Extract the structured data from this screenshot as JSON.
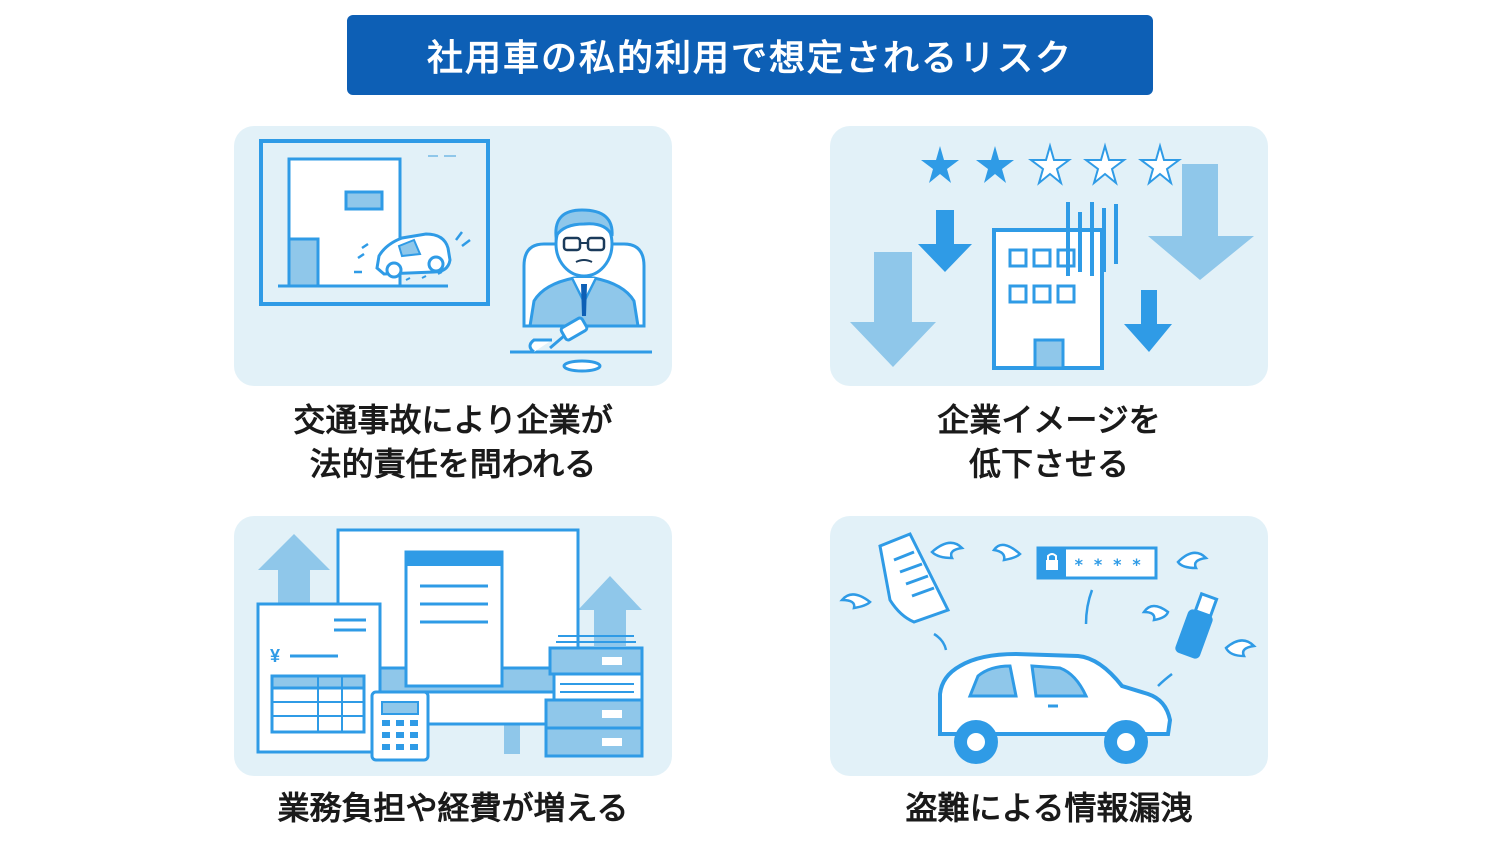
{
  "title": "社用車の私的利用で想定されるリスク",
  "panels": [
    {
      "id": "legal",
      "caption_lines": [
        "交通事故により企業が",
        "法的責任を問われる"
      ],
      "icons": [
        "monitor-icon",
        "car-crash-icon",
        "judge-icon",
        "gavel-icon"
      ]
    },
    {
      "id": "image",
      "caption_lines": [
        "企業イメージを",
        "低下させる"
      ],
      "rating": {
        "filled": 2,
        "total": 5
      },
      "icons": [
        "star-icon",
        "down-arrow-icon",
        "office-building-icon"
      ]
    },
    {
      "id": "cost",
      "caption_lines": [
        "業務負担や経費が増える"
      ],
      "yen_symbol": "¥",
      "icons": [
        "invoice-icon",
        "monitor-icon",
        "calculator-icon",
        "up-arrow-icon",
        "document-stack-icon"
      ]
    },
    {
      "id": "leak",
      "caption_lines": [
        "盗難による情報漏洩"
      ],
      "password_mask": "* * * *",
      "icons": [
        "flying-document-icon",
        "password-icon",
        "usb-drive-icon",
        "car-icon",
        "wing-icon"
      ]
    }
  ],
  "colors": {
    "title_bg": "#0d5fb5",
    "panel_bg": "#e2f1f8",
    "accent": "#2f9be6",
    "light_accent": "#8fc7ea",
    "pale_accent": "#bfe0f5",
    "text": "#1a1a1a"
  }
}
